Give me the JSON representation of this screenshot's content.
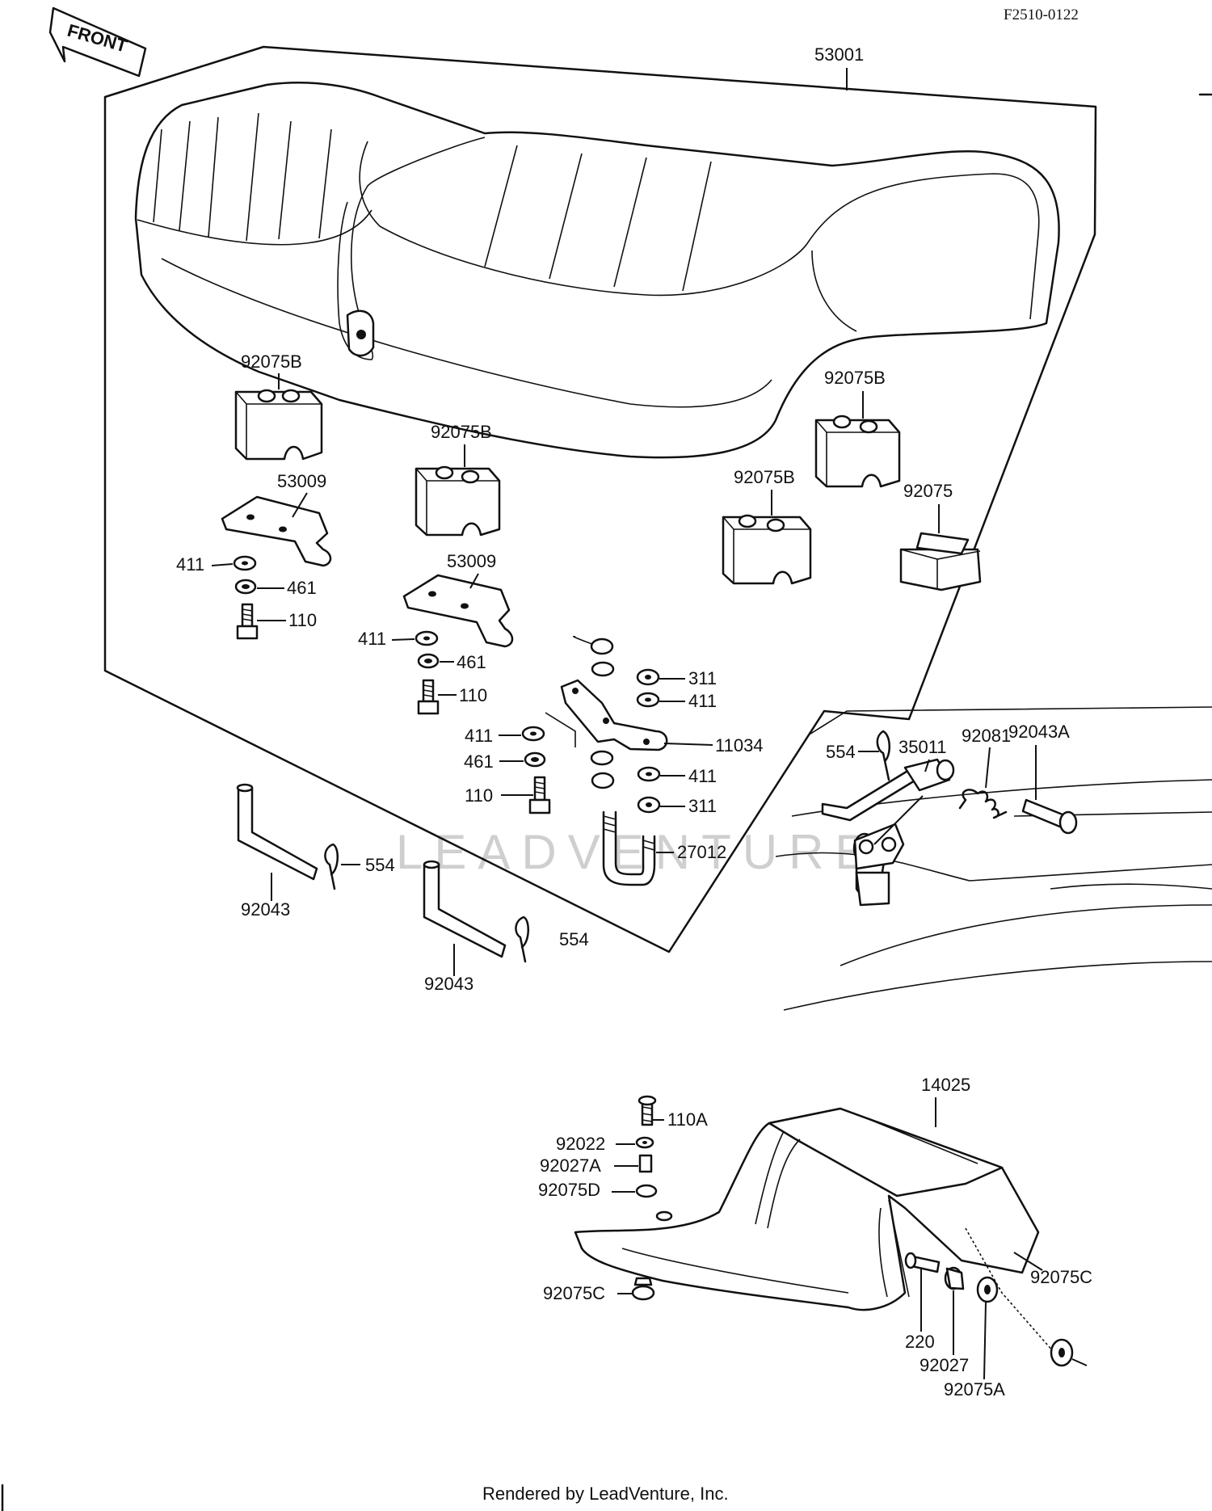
{
  "diagram": {
    "code": "F2510-0122",
    "front_label": "FRONT",
    "watermark": "LEADVENTURE",
    "footer": "Rendered by LeadVenture, Inc."
  },
  "labels": {
    "seat": "53001",
    "damper_a": "92075B",
    "damper_b": "92075B",
    "damper_c": "92075B",
    "damper_d": "92075B",
    "damper_e": "92075",
    "bracket_a": "53009",
    "bracket_b": "53009",
    "washer_411_a": "411",
    "washer_461_a": "461",
    "bolt_110_a": "110",
    "washer_411_b": "411",
    "washer_461_b": "461",
    "bolt_110_b": "110",
    "nut_311_a": "311",
    "washer_411_c": "411",
    "washer_411_d": "411",
    "washer_461_c": "461",
    "bolt_110_c": "110",
    "stay_11034": "11034",
    "washer_411_e": "411",
    "nut_311_b": "311",
    "ubolt_27012": "27012",
    "pin_92043_a": "92043",
    "clip_554_a": "554",
    "pin_92043_b": "92043",
    "clip_554_b": "554",
    "clip_554_c": "554",
    "pin_35011": "35011",
    "spring_92081": "92081",
    "pin_92043a": "92043A",
    "cover_14025": "14025",
    "bolt_110a": "110A",
    "washer_92022": "92022",
    "collar_92027a": "92027A",
    "damper_92075d": "92075D",
    "damper_92075c_left": "92075C",
    "damper_92075c_right": "92075C",
    "bolt_220": "220",
    "collar_92027": "92027",
    "damper_92075a": "92075A"
  }
}
